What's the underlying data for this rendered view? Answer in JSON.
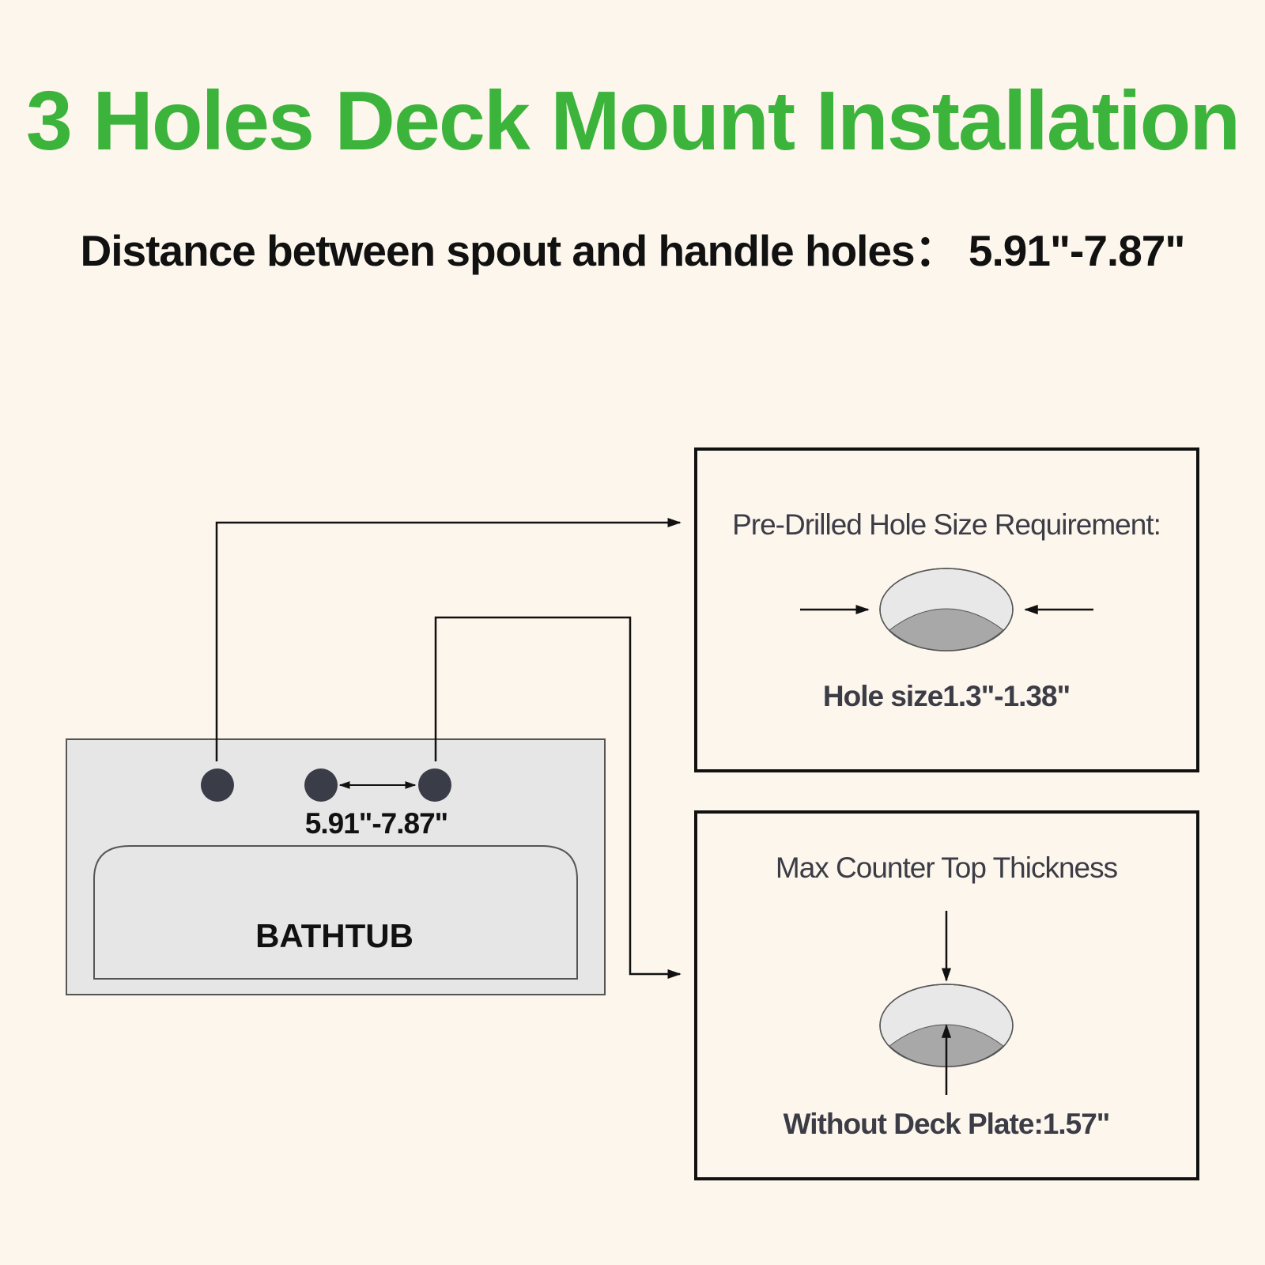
{
  "title": "3 Holes Deck Mount Installation",
  "subtitle": "Distance between spout and handle holes： 5.91\"-7.87\"",
  "bathtub": {
    "label": "BATHTUB",
    "spacing_label": "5.91\"-7.87\""
  },
  "hole_box": {
    "heading": "Pre-Drilled Hole Size Requirement:",
    "size_label": "Hole size1.3\"-1.38\""
  },
  "thickness_box": {
    "heading": "Max Counter Top Thickness",
    "value_label": "Without Deck Plate:1.57\""
  },
  "colors": {
    "title_green": "#3cb43c",
    "background": "#fcf6ec",
    "panel_gray": "#e6e6e6",
    "hole_dark": "#3a3d48",
    "text_dark": "#3c3c46"
  }
}
